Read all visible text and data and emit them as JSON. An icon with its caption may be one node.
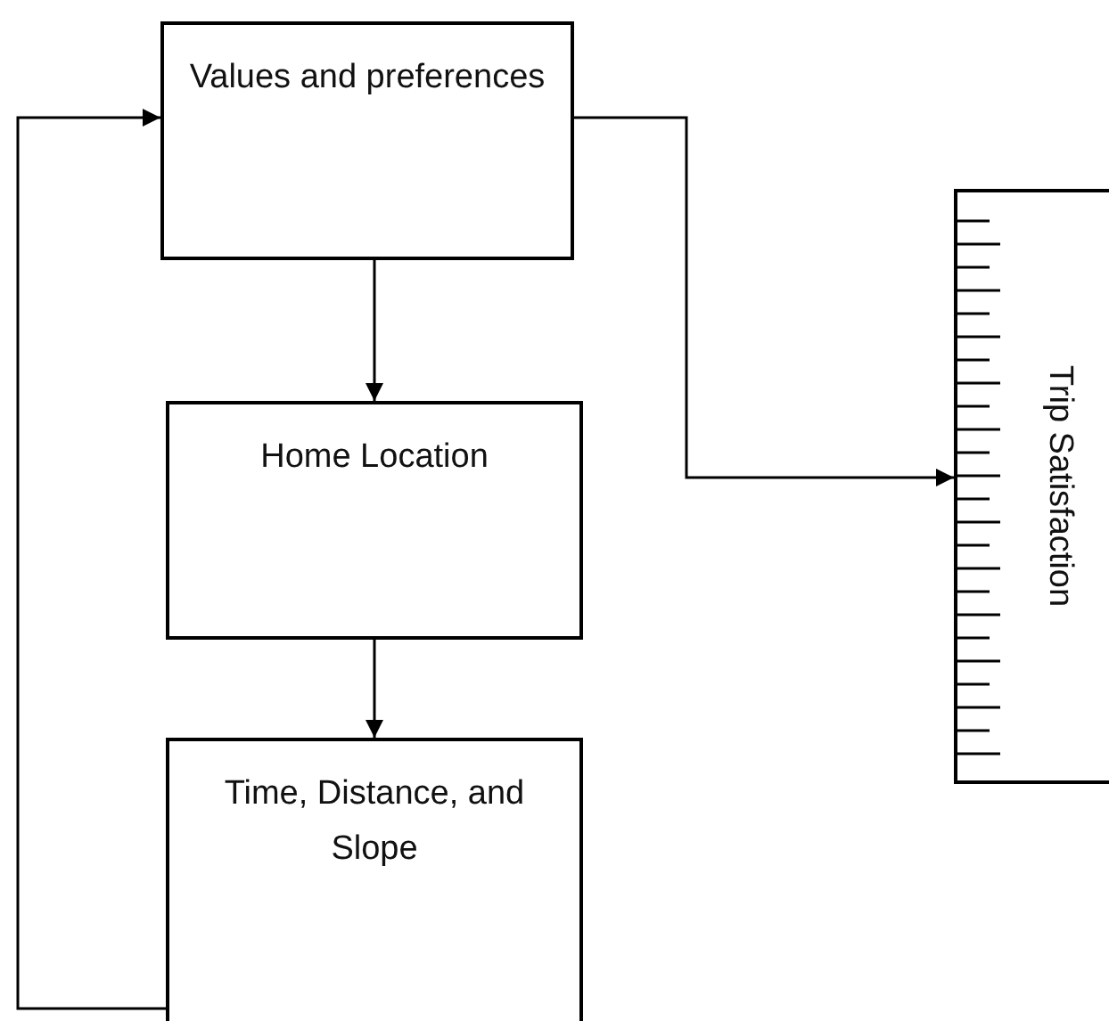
{
  "diagram": {
    "nodes": [
      {
        "text": [
          "Values and preferences"
        ]
      },
      {
        "text": [
          "Home Location"
        ]
      },
      {
        "text": [
          "Time, Distance, and Slope"
        ]
      },
      {
        "text": [
          "Trip Satisfaction"
        ]
      }
    ],
    "edges": [
      {
        "from": 0,
        "to": 1,
        "arrow": "to"
      },
      {
        "from": 1,
        "to": 2,
        "arrow": "to"
      },
      {
        "from": 2,
        "to": 0,
        "arrow": "to"
      },
      {
        "from": 0,
        "to": 3,
        "arrow": "to"
      }
    ]
  }
}
